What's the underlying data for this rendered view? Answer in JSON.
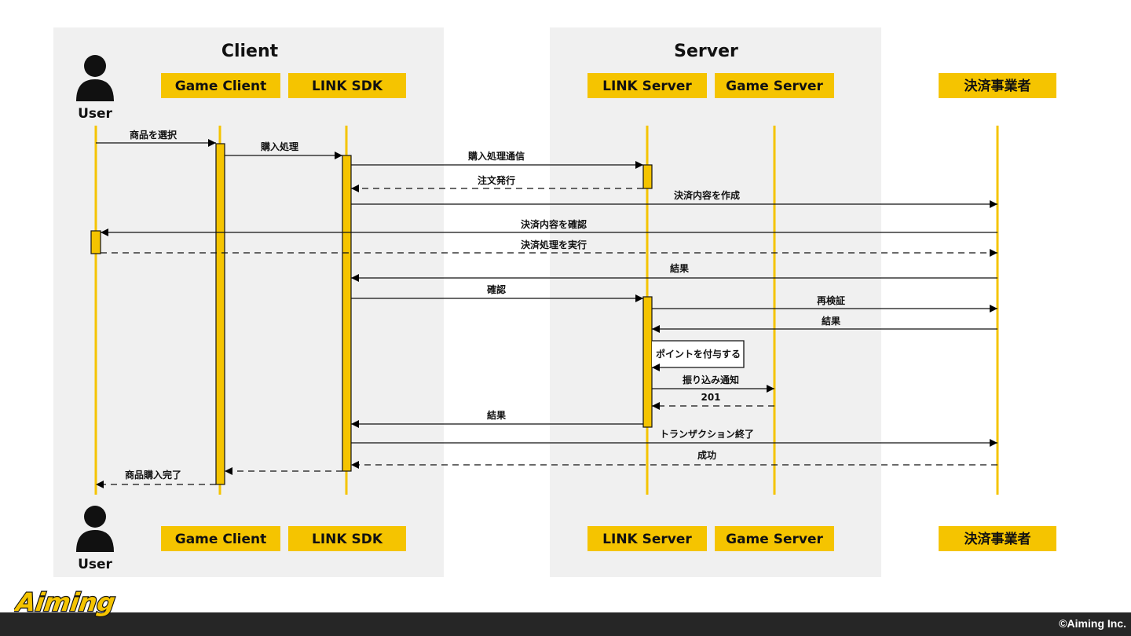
{
  "groups": {
    "client": "Client",
    "server": "Server"
  },
  "actors": {
    "user": "User",
    "game_client": "Game Client",
    "link_sdk": "LINK SDK",
    "link_server": "LINK Server",
    "game_server": "Game Server",
    "payment": "決済事業者"
  },
  "messages": [
    {
      "label": "商品を選択"
    },
    {
      "label": "購入処理"
    },
    {
      "label": "購入処理通信"
    },
    {
      "label": "注文発行"
    },
    {
      "label": "決済内容を作成"
    },
    {
      "label": "決済内容を確認"
    },
    {
      "label": "決済処理を実行"
    },
    {
      "label": "結果"
    },
    {
      "label": "確認"
    },
    {
      "label": "再検証"
    },
    {
      "label": "結果"
    },
    {
      "label": "ポイントを付与する"
    },
    {
      "label": "振り込み通知"
    },
    {
      "label": "201"
    },
    {
      "label": "結果"
    },
    {
      "label": "トランザクション終了"
    },
    {
      "label": "成功"
    },
    {
      "label": "商品購入完了"
    }
  ],
  "logo": "Aiming",
  "copyright": "©Aiming Inc.",
  "colors": {
    "lifeline": "#f5c400",
    "actor_box": "#f5c400",
    "group_bg": "#f0f0f0",
    "footer": "#262626"
  }
}
